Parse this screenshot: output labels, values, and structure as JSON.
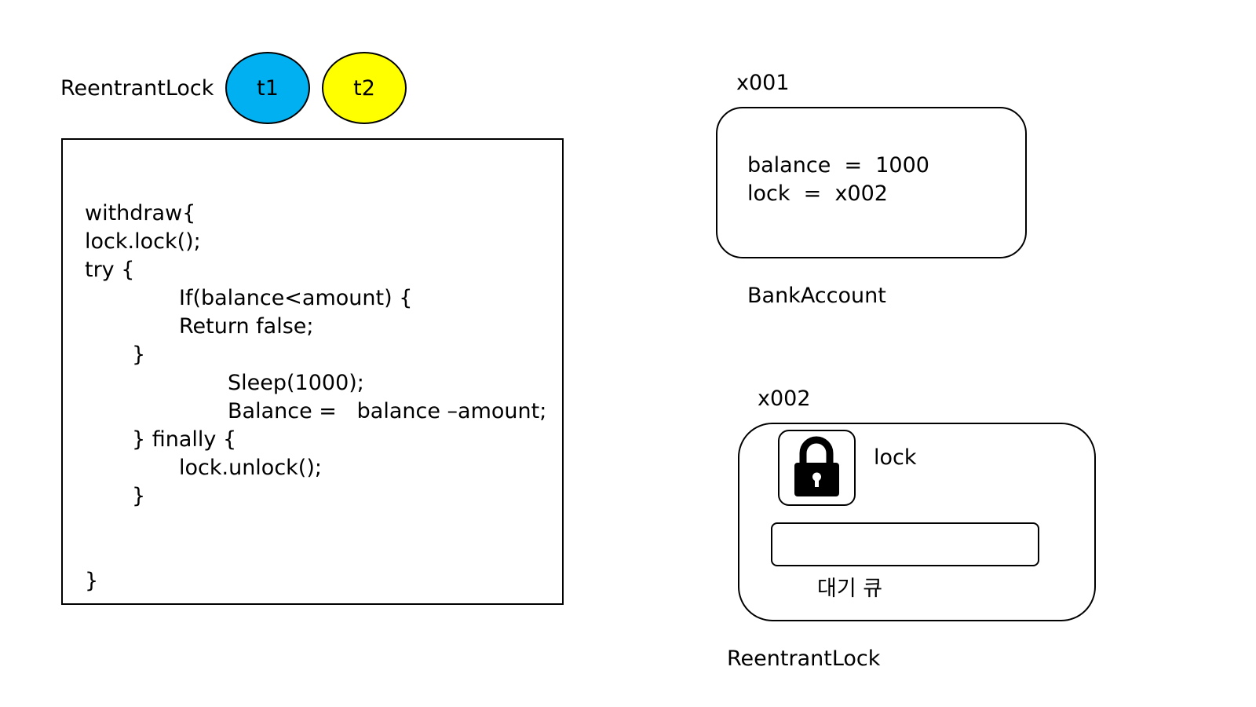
{
  "left": {
    "title": "ReentrantLock",
    "threads": [
      {
        "label": "t1",
        "color": "#00b0f0"
      },
      {
        "label": "t2",
        "color": "#ffff00"
      }
    ],
    "code_lines": [
      "withdraw{",
      "lock.lock();",
      "try {",
      "If(balance<amount) {",
      "Return false;",
      "}",
      "Sleep(1000);",
      "Balance =   balance –amount;",
      "} finally {",
      "lock.unlock();",
      "}",
      "}"
    ]
  },
  "bank": {
    "address": "x001",
    "fields": [
      "balance  =  1000",
      "lock  =  x002"
    ],
    "caption": "BankAccount"
  },
  "lock_obj": {
    "address": "x002",
    "lock_label": "lock",
    "lock_icon": "padlock-icon",
    "queue_label": "대기 큐",
    "caption": "ReentrantLock"
  }
}
